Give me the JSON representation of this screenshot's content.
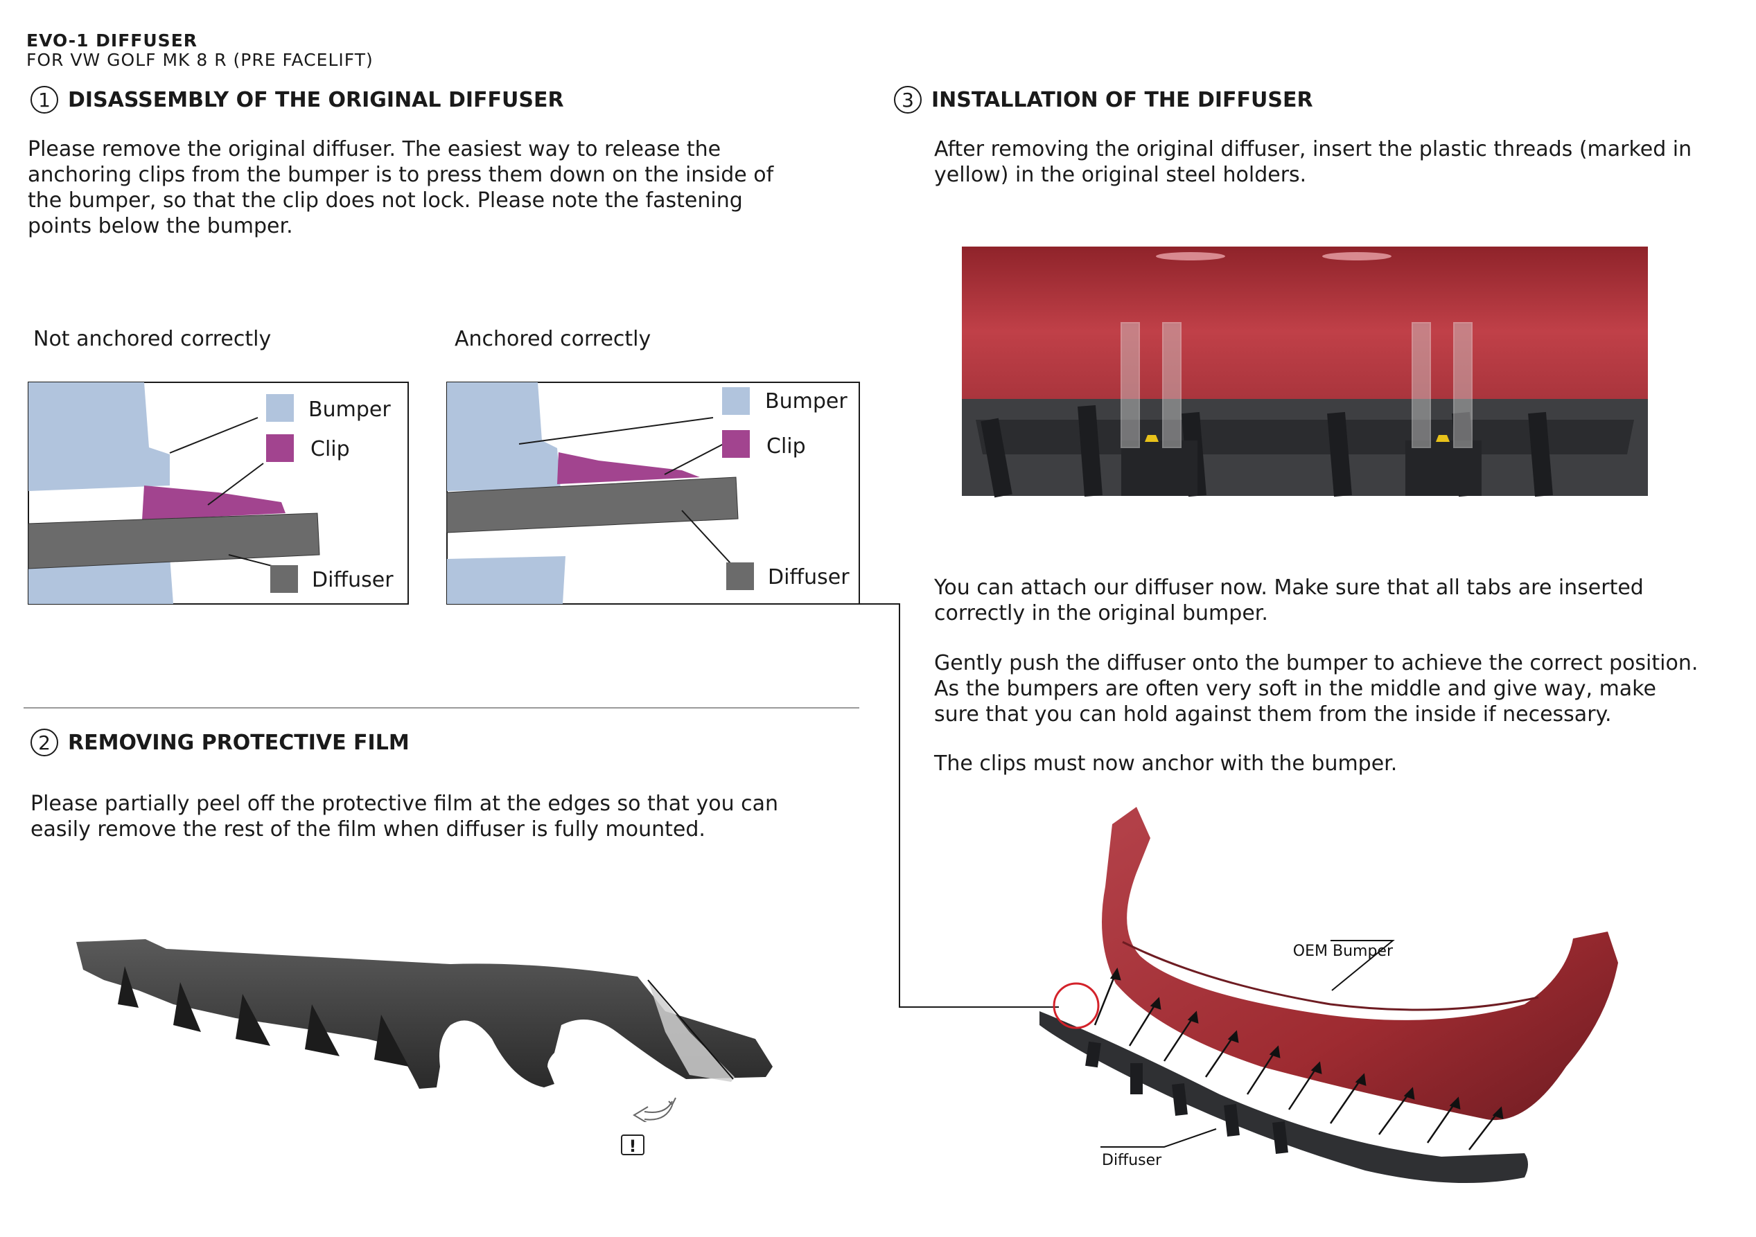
{
  "header": {
    "title": "EVO-1 DIFFUSER",
    "subtitle": "FOR VW GOLF MK 8 R (PRE FACELIFT)"
  },
  "step1": {
    "number": "1",
    "title": "DISASSEMBLY OF THE ORIGINAL DIFFUSER",
    "text": "Please remove the original diffuser. The easiest way to release the anchoring clips from the bumper is to press them down on the inside of the bumper, so that the clip does not lock. Please note the fastening points below the bumper.",
    "diagram_left": {
      "caption": "Not anchored correctly",
      "legend": [
        "Bumper",
        "Clip",
        "Diffuser"
      ]
    },
    "diagram_right": {
      "caption": "Anchored correctly",
      "legend": [
        "Bumper",
        "Clip",
        "Diffuser"
      ]
    },
    "colors": {
      "bumper": "#b1c4dd",
      "clip": "#a2448f",
      "diffuser": "#6b6b6b"
    }
  },
  "step2": {
    "number": "2",
    "title": "REMOVING PROTECTIVE FILM",
    "text": "Please partially peel off the protective film at the edges so that you can easily remove the rest of the film when diffuser is fully mounted.",
    "warning_symbol": "!"
  },
  "step3": {
    "number": "3",
    "title": "INSTALLATION OF THE DIFFUSER",
    "text1": "After removing the original diffuser, insert the plastic threads (marked in yellow) in the original steel holders.",
    "text2": "You can attach our diffuser now. Make sure that all tabs are inserted correctly in the original bumper.",
    "text3": "Gently push the diffuser onto the bumper to achieve the correct position. As the bumpers are often very soft in the middle and give way, make sure that you can hold against them from the inside if necessary.",
    "text4": "The clips must now anchor with the bumper.",
    "illustration_labels": {
      "bumper": "OEM Bumper",
      "diffuser": "Diffuser"
    },
    "colors": {
      "bumper_red": "#9e2b31",
      "marker_yellow": "#e8c21a",
      "highlight_circle": "#d3222a"
    }
  }
}
